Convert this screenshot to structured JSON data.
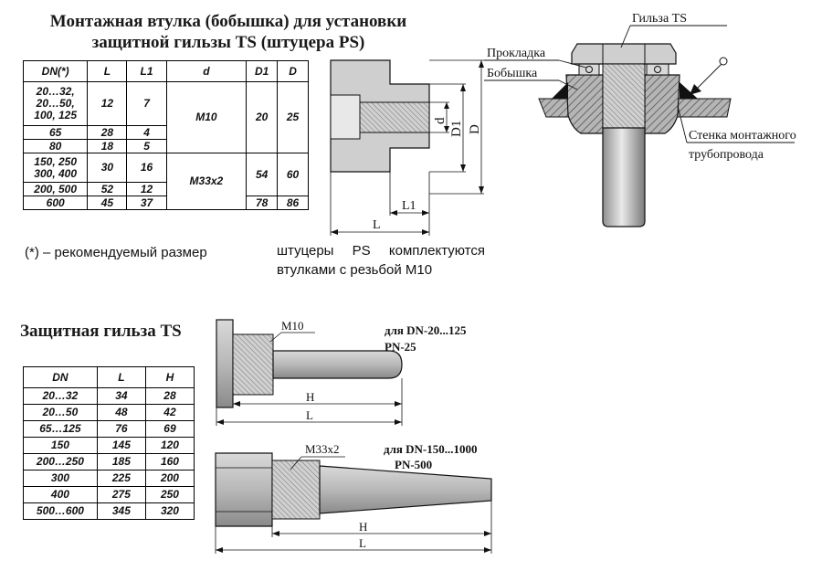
{
  "titles": {
    "boss_line1": "Монтажная втулка (бобышка) для установки",
    "boss_line2": "защитной гильзы TS (штуцера PS)",
    "sleeve": "Защитная гильза TS"
  },
  "boss_table": {
    "headers": [
      "DN(*)",
      "L",
      "L1",
      "d",
      "D1",
      "D"
    ],
    "rows": [
      {
        "dn": "20…32, 20…50, 100, 125",
        "L": "12",
        "L1": "7"
      },
      {
        "dn": "65",
        "L": "28",
        "L1": "4"
      },
      {
        "dn": "80",
        "L": "18",
        "L1": "5"
      },
      {
        "dn": "150, 250 300, 400",
        "L": "30",
        "L1": "16"
      },
      {
        "dn": "200, 500",
        "L": "52",
        "L1": "12"
      },
      {
        "dn": "600",
        "L": "45",
        "L1": "37"
      }
    ],
    "groups": [
      {
        "d": "M10",
        "D1": "20",
        "D": "25"
      },
      {
        "d": "M33x2",
        "D1": "54",
        "D": "60"
      },
      {
        "D1": "78",
        "D": "86"
      }
    ]
  },
  "notes": {
    "recommended": "(*) – рекомендуемый размер",
    "fittings": "штуцеры PS комплектуются втулками с резьбой M10"
  },
  "sleeve_table": {
    "headers": [
      "DN",
      "L",
      "H"
    ],
    "rows": [
      [
        "20…32",
        "34",
        "28"
      ],
      [
        "20…50",
        "48",
        "42"
      ],
      [
        "65…125",
        "76",
        "69"
      ],
      [
        "150",
        "145",
        "120"
      ],
      [
        "200…250",
        "185",
        "160"
      ],
      [
        "300",
        "225",
        "200"
      ],
      [
        "400",
        "275",
        "250"
      ],
      [
        "500…600",
        "345",
        "320"
      ]
    ]
  },
  "drawing_labels": {
    "d": "d",
    "D1": "D1",
    "D": "D",
    "L1": "L1",
    "L": "L",
    "H": "H",
    "sleeve_ts": "Гильза TS",
    "gasket": "Прокладка",
    "boss": "Бобышка",
    "wall_line1": "Стенка монтажного",
    "wall_line2": "трубопровода",
    "m10": "M10",
    "m33": "M33x2",
    "small_dn": "для DN-20...125",
    "small_pn": "PN-25",
    "large_dn": "для DN-150...1000",
    "large_pn": "PN-500"
  },
  "colors": {
    "metal": "#c8c8c8",
    "metal_dark": "#9a9a9a",
    "line": "#111111"
  }
}
